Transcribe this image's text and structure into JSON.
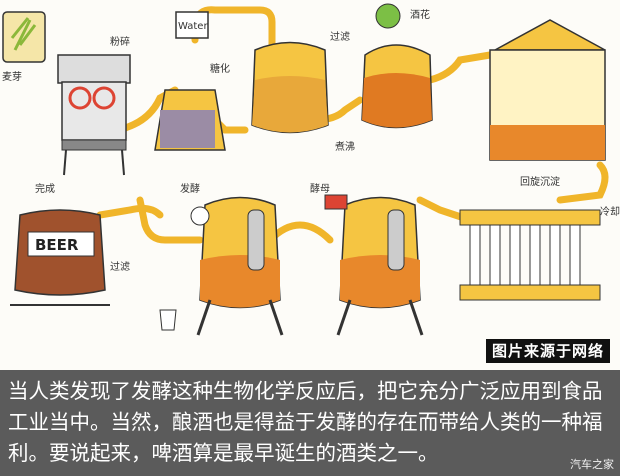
{
  "illustration": {
    "labels": {
      "water": "Water",
      "wort": "BEER"
    }
  },
  "credit": "图片来源于网络",
  "caption": "当人类发现了发酵这种生物化学反应后，把它充分广泛应用到食品工业当中。当然，酿酒也是得益于发酵的存在而带给人类的一种福利。要说起来，啤酒算是最早诞生的酒类之一。",
  "watermark": "汽车之家",
  "colors": {
    "pipe": "#f0b52a",
    "tank": "#f5c542",
    "liquid": "#e8882b",
    "caption_bg": "#5b5b5b"
  }
}
